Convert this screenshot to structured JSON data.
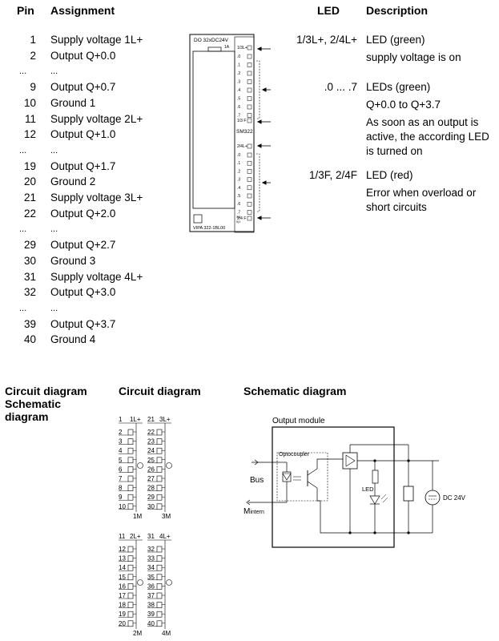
{
  "headers": {
    "pin": "Pin",
    "assignment": "Assignment",
    "led": "LED",
    "description": "Description"
  },
  "pin_rows": [
    {
      "pin": "1",
      "assignment": "Supply voltage 1L+"
    },
    {
      "pin": "2",
      "assignment": "Output Q+0.0"
    },
    {
      "pin": "...",
      "assignment": "..."
    },
    {
      "pin": "9",
      "assignment": "Output Q+0.7"
    },
    {
      "pin": "10",
      "assignment": "Ground 1"
    },
    {
      "pin": "11",
      "assignment": "Supply voltage 2L+"
    },
    {
      "pin": "12",
      "assignment": "Output Q+1.0"
    },
    {
      "pin": "...",
      "assignment": "..."
    },
    {
      "pin": "19",
      "assignment": "Output Q+1.7"
    },
    {
      "pin": "20",
      "assignment": "Ground 2"
    },
    {
      "pin": "21",
      "assignment": "Supply voltage 3L+"
    },
    {
      "pin": "22",
      "assignment": "Output Q+2.0"
    },
    {
      "pin": "...",
      "assignment": "..."
    },
    {
      "pin": "29",
      "assignment": "Output Q+2.7"
    },
    {
      "pin": "30",
      "assignment": "Ground 3"
    },
    {
      "pin": "31",
      "assignment": "Supply voltage 4L+"
    },
    {
      "pin": "32",
      "assignment": "Output Q+3.0"
    },
    {
      "pin": "...",
      "assignment": "..."
    },
    {
      "pin": "39",
      "assignment": "Output Q+3.7"
    },
    {
      "pin": "40",
      "assignment": "Ground 4"
    }
  ],
  "led_rows": [
    {
      "led": "1/3L+, 2/4L+",
      "lines": [
        "LED (green)",
        "supply voltage is on"
      ]
    },
    {
      "led": ".0 ... .7",
      "lines": [
        "LEDs (green)",
        "Q+0.0 to Q+3.7",
        "As soon as an output is",
        "active, the according LED",
        "is turned on"
      ]
    },
    {
      "led": "1/3F, 2/4F",
      "lines": [
        "LED (red)",
        "Error when overload or",
        "short circuits"
      ]
    }
  ],
  "module": {
    "title": "DO 32xDC24V",
    "fuse": "1A",
    "top_supply": "1/3L+",
    "top_fault": "1/3 F",
    "sm": "SM322",
    "bottom_supply": "2/4L+",
    "bottom_fault": "2/4 F",
    "channels": [
      ".0",
      ".1",
      ".2",
      ".3",
      ".4",
      ".5",
      ".6",
      ".7"
    ],
    "model": "VIPA 322-1BL00",
    "small_mark_1": "3|2",
    "small_mark_2": "0|1"
  },
  "section_titles": {
    "left": [
      "Circuit diagram",
      "Schematic",
      "diagram"
    ],
    "circuit": "Circuit diagram",
    "schematic": "Schematic diagram"
  },
  "circuit": {
    "blocks": [
      {
        "top_left": "1",
        "top_left_label": "1L+",
        "top_right": "21",
        "top_right_label": "3L+",
        "left_pins": [
          "2",
          "3",
          "4",
          "5",
          "6",
          "7",
          "8",
          "9",
          "10"
        ],
        "right_pins": [
          "22",
          "23",
          "24",
          "25",
          "26",
          "27",
          "28",
          "29",
          "30"
        ],
        "left_gnd": "1M",
        "right_gnd": "3M"
      },
      {
        "top_left": "11",
        "top_left_label": "2L+",
        "top_right": "31",
        "top_right_label": "4L+",
        "left_pins": [
          "12",
          "13",
          "14",
          "15",
          "16",
          "17",
          "18",
          "19",
          "20"
        ],
        "right_pins": [
          "32",
          "33",
          "34",
          "35",
          "36",
          "37",
          "38",
          "39",
          "40"
        ],
        "left_gnd": "2M",
        "right_gnd": "4M"
      }
    ]
  },
  "schematic": {
    "module_label": "Output module",
    "optocoupler": "Optocoupler",
    "bus": "Bus",
    "m_intern": "M",
    "m_intern_sub": "intern",
    "led": "LED",
    "dc": "DC 24V"
  }
}
